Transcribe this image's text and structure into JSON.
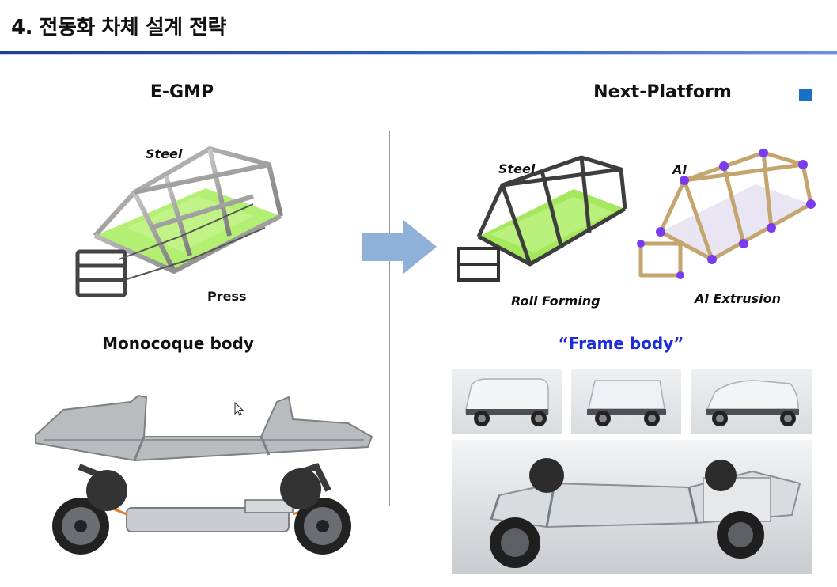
{
  "slide": {
    "title": "4. 전동화 차체 설계 전략"
  },
  "left": {
    "header": "E-GMP",
    "label_steel": "Steel",
    "label_press": "Press",
    "caption": "Monocoque body"
  },
  "right": {
    "header": "Next-Platform",
    "label_steel": "Steel",
    "label_al": "Al",
    "label_roll": "Roll Forming",
    "label_extrusion": "Al Extrusion",
    "caption": "“Frame body”"
  },
  "colors": {
    "accent_rule": "#1c3f94",
    "caption_blue": "#1c2cd6",
    "marker": "#1b6fc4",
    "arrow": "#8fb0d9",
    "steel_green": "#9be64c",
    "al_purple": "#7a3cf0"
  }
}
